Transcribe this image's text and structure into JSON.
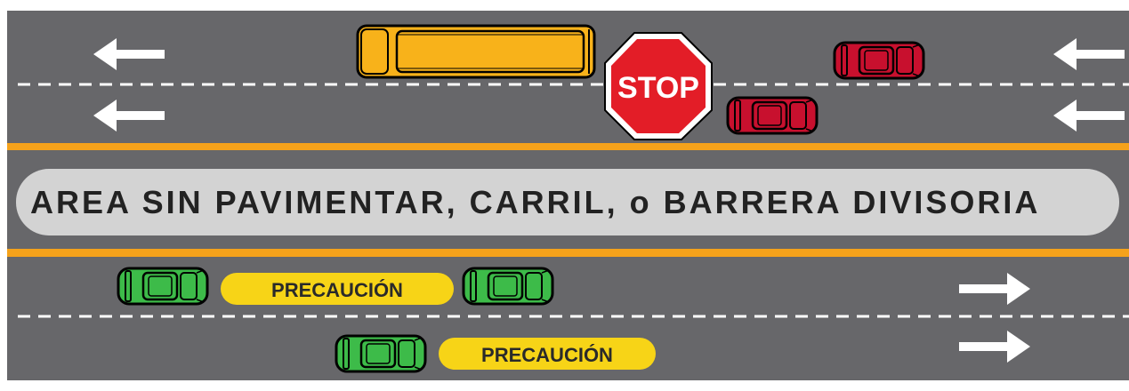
{
  "median": {
    "label": "AREA SIN PAVIMENTAR, CARRIL, o BARRERA DIVISORIA"
  },
  "stop_sign": {
    "label": "STOP"
  },
  "caution_badges": [
    {
      "label": "PRECAUCIÓN"
    },
    {
      "label": "PRECAUCIÓN"
    }
  ],
  "vehicles": {
    "school_bus": {
      "icon": "school-bus-icon",
      "direction": "left"
    },
    "stopped_cars": [
      {
        "icon": "car-icon",
        "direction": "left"
      },
      {
        "icon": "car-icon",
        "direction": "left"
      }
    ],
    "caution_cars": [
      {
        "icon": "car-icon",
        "direction": "right"
      },
      {
        "icon": "car-icon",
        "direction": "right"
      },
      {
        "icon": "car-icon",
        "direction": "right"
      }
    ]
  },
  "arrows": {
    "upper_road": [
      "arrow-left-icon",
      "arrow-left-icon",
      "arrow-left-icon",
      "arrow-left-icon"
    ],
    "lower_road": [
      "arrow-right-icon",
      "arrow-right-icon"
    ]
  },
  "colors": {
    "asphalt": "#67676a",
    "edge_line": "#ffffff",
    "median_line": "#f5a21b",
    "median_area": "#d3d3d3",
    "school_bus": "#f8b21a",
    "stopped_car": "#c8102e",
    "caution_car": "#3dbb49",
    "caution_badge": "#f7d417",
    "stop_sign": "#e31d27"
  }
}
